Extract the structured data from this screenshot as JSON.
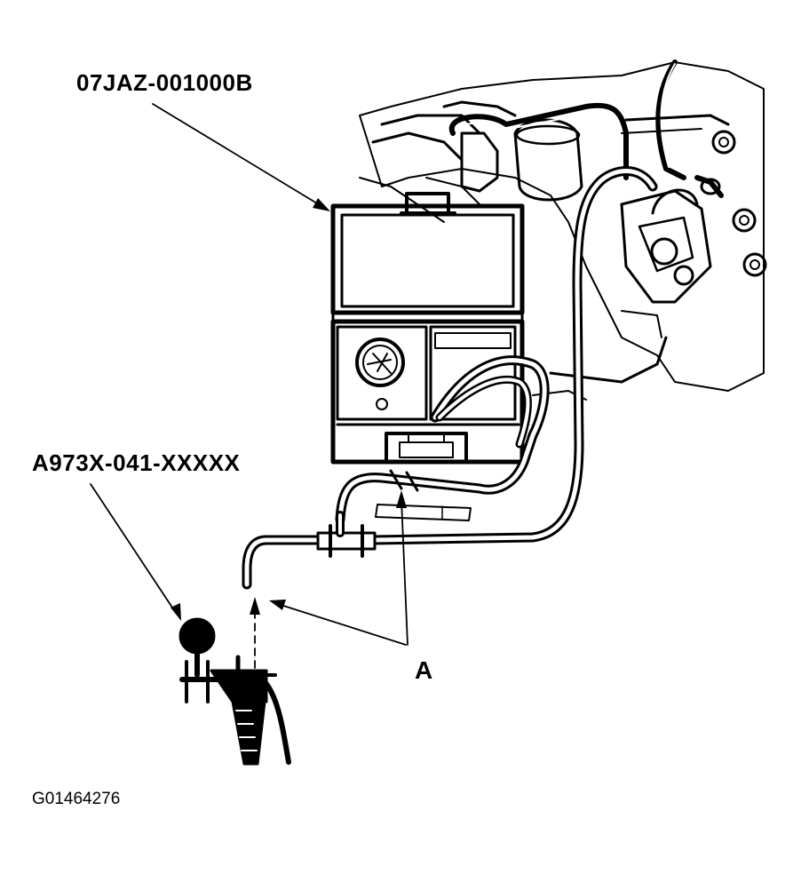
{
  "labels": {
    "tool_part_number": "07JAZ-001000B",
    "gauge_part_number": "A973X-041-XXXXX",
    "callout_a": "A",
    "figure_id": "G01464276"
  },
  "colors": {
    "ink": "#000000",
    "paper": "#ffffff"
  }
}
